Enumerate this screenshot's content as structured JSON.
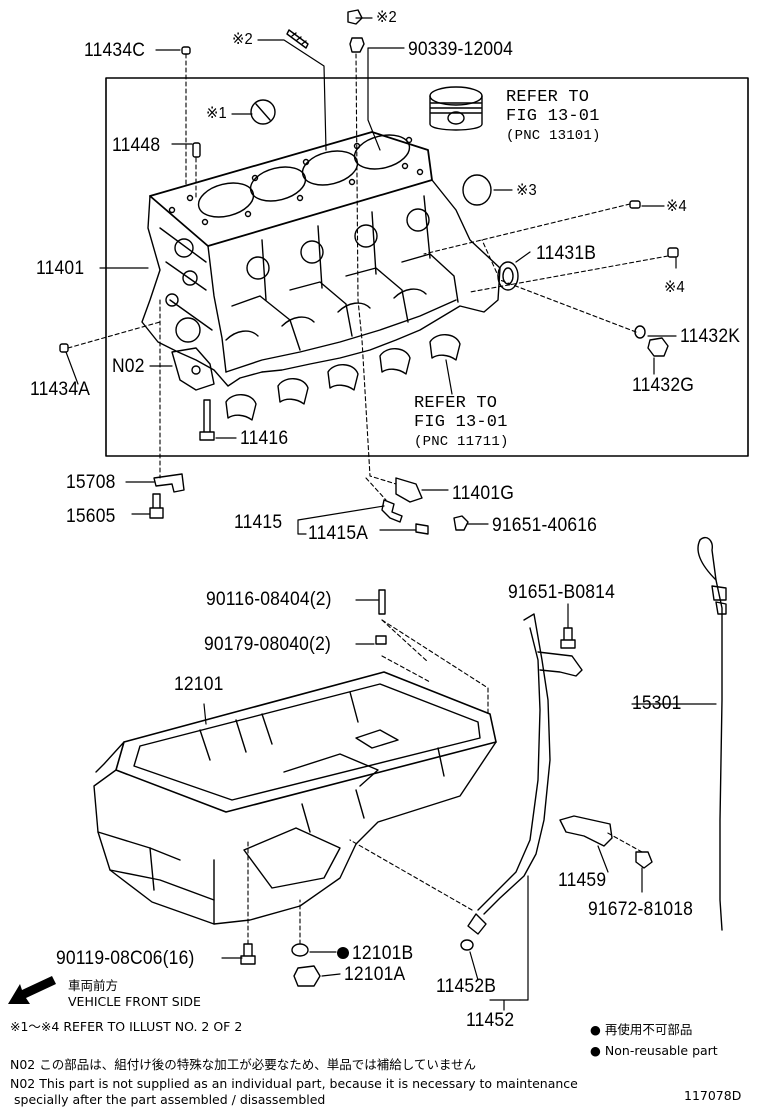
{
  "labels": {
    "p11434C": "11434C",
    "star2a": "※2",
    "star2b": "※2",
    "p90339": "90339-12004",
    "star1": "※1",
    "refer1_a": "REFER TO",
    "refer1_b": "FIG 13-01",
    "refer1_c": "(PNC 13101)",
    "p11448": "11448",
    "star3": "※3",
    "star4a": "※4",
    "star4b": "※4",
    "p11401": "11401",
    "p11431B": "11431B",
    "p11432K": "11432K",
    "p11432G": "11432G",
    "p11434A": "11434A",
    "pN02": "N02",
    "refer2_a": "REFER TO",
    "refer2_b": "FIG 13-01",
    "refer2_c": "(PNC 11711)",
    "p11416": "11416",
    "p15708": "15708",
    "p11401G": "11401G",
    "p15605": "15605",
    "p11415": "11415",
    "p11415A": "11415A",
    "p91651_40616": "91651-40616",
    "p90116": "90116-08404(2)",
    "p91651_B0814": "91651-B0814",
    "p90179": "90179-08040(2)",
    "p12101": "12101",
    "p15301": "15301",
    "p11459": "11459",
    "p91672": "91672-81018",
    "p90119": "90119-08C06(16)",
    "p12101B": "12101B",
    "p12101A": "12101A",
    "p11452B": "11452B",
    "p11452": "11452"
  },
  "notes": {
    "front_jp": "車両前方",
    "front_en": "VEHICLE FRONT SIDE",
    "refer_illust": "※1～※4  REFER TO ILLUST NO. 2 OF 2",
    "nonreuse_jp": "再使用不可部品",
    "nonreuse_en": "Non-reusable part",
    "n02_jp": "N02  この部品は、組付け後の特殊な加工が必要なため、単品では補給していません",
    "n02_en1": "N02  This part is not supplied as an individual part, because it is necessary to maintenance",
    "n02_en2": "specially after the part assembled / disassembled",
    "code": "117078D"
  }
}
